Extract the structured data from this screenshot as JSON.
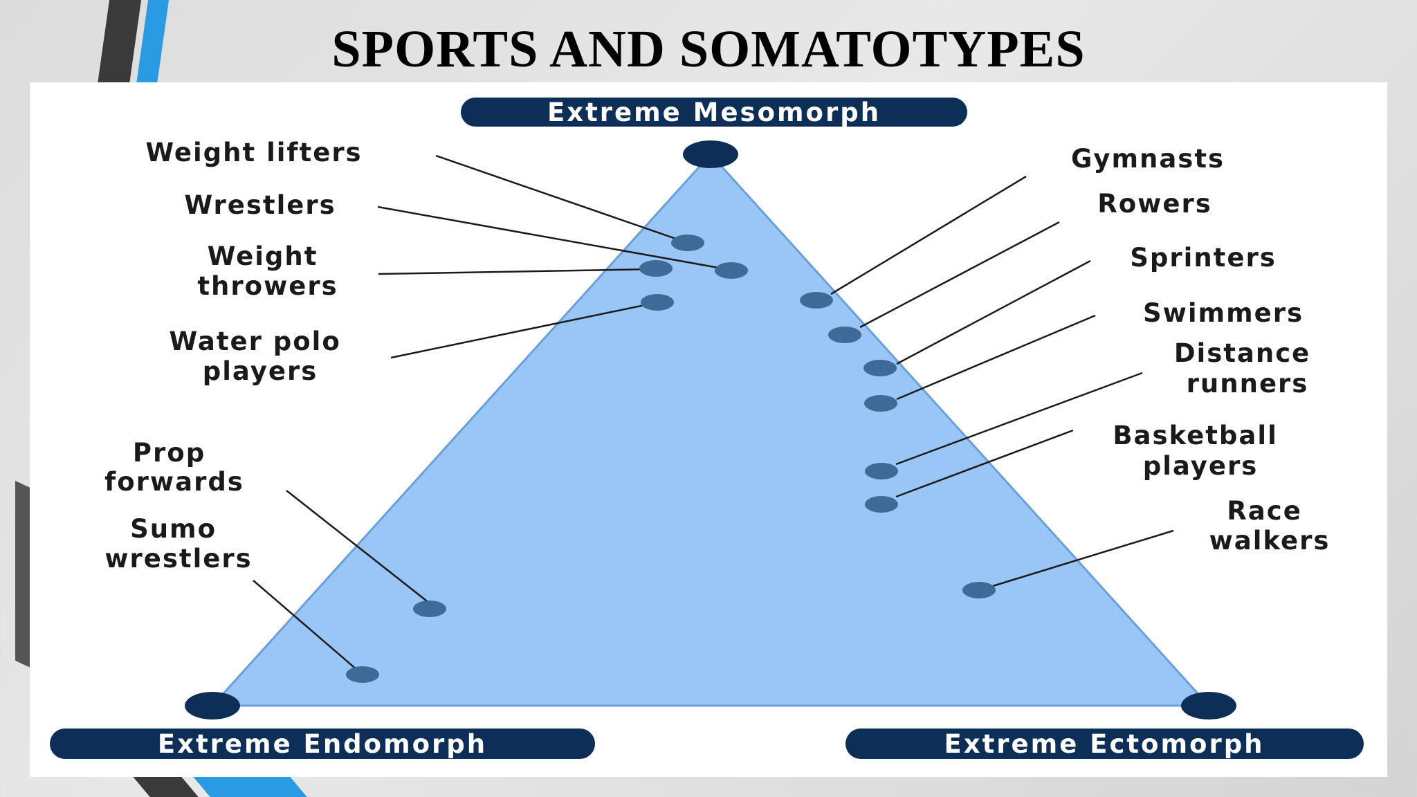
{
  "title": "SPORTS AND SOMATOTYPES",
  "colors": {
    "triangle_fill": "#99c6f7",
    "triangle_edge": "#6a9fd8",
    "vertex_dot": "#0d2f57",
    "sport_dot": "#3e6a97",
    "pill": "#0d2f57",
    "accent_blue": "#2a9be2",
    "accent_dark": "#3a3a3a"
  },
  "diagram": {
    "vertices": {
      "top": "Extreme Mesomorph",
      "bottom_left": "Extreme Endomorph",
      "bottom_right": "Extreme Ectomorph"
    },
    "sports": {
      "weight_lifters": [
        "Weight lifters"
      ],
      "wrestlers": [
        "Wrestlers"
      ],
      "weight_throwers": [
        "Weight",
        "throwers"
      ],
      "water_polo": [
        "Water polo",
        "players"
      ],
      "prop_forwards": [
        "Prop",
        "forwards"
      ],
      "sumo_wrestlers": [
        "Sumo",
        "wrestlers"
      ],
      "gymnasts": [
        "Gymnasts"
      ],
      "rowers": [
        "Rowers"
      ],
      "sprinters": [
        "Sprinters"
      ],
      "swimmers": [
        "Swimmers"
      ],
      "distance_runners": [
        "Distance",
        "runners"
      ],
      "basketball": [
        "Basketball",
        "players"
      ],
      "race_walkers": [
        "Race",
        "walkers"
      ]
    }
  }
}
